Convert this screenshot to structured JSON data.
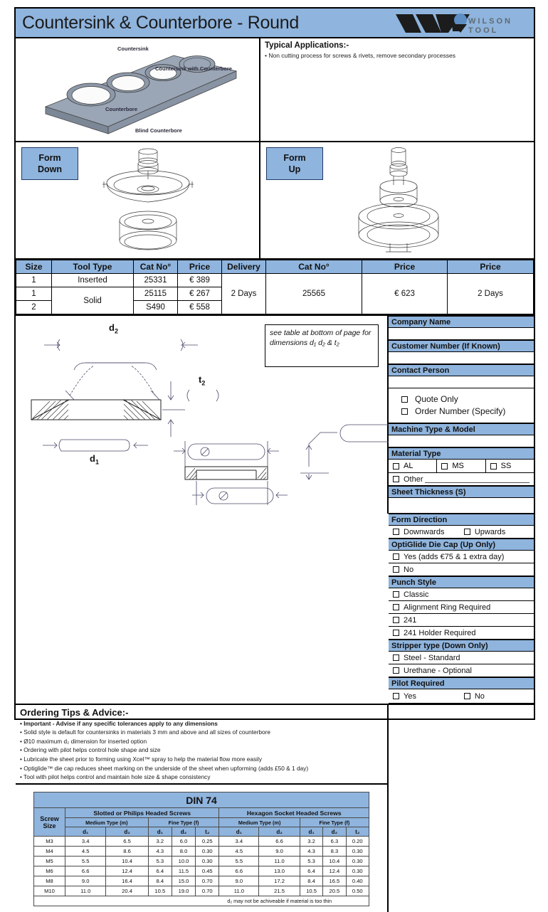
{
  "header": {
    "title": "Countersink & Counterbore - Round",
    "logo_word_1": "WILSON",
    "logo_word_2": "TOOL",
    "accent_color": "#8fb4dd"
  },
  "illustration": {
    "labels": [
      "Countersink",
      "Countersink with Counterbore",
      "Counterbore",
      "Blind Counterbore"
    ]
  },
  "applications": {
    "title": "Typical Applications:-",
    "bullets": [
      "• Non cutting process for screws & rivets, remove secondary processes"
    ]
  },
  "forms": {
    "down_line1": "Form",
    "down_line2": "Down",
    "up_line1": "Form",
    "up_line2": "Up"
  },
  "price_table": {
    "headers": [
      "Size",
      "Tool Type",
      "Cat No°",
      "Price",
      "Delivery",
      "Cat No°",
      "Price",
      "Price"
    ],
    "rows": [
      {
        "size": "1",
        "tool_type": "Inserted",
        "cat_no": "25331",
        "price": "€ 389"
      },
      {
        "size": "1",
        "tool_type": "Solid",
        "cat_no": "25115",
        "price": "€ 267"
      },
      {
        "size": "2",
        "tool_type": "",
        "cat_no": "S490",
        "price": "€ 558"
      }
    ],
    "delivery": "2 Days",
    "right_cat_no": "25565",
    "right_price": "€ 623",
    "right_delivery": "2 Days"
  },
  "diagram": {
    "note": "see table at bottom of page for dimensions d₁ d₂ & t₂",
    "label_d2": "d",
    "label_d2_sub": "2",
    "label_t2": "t",
    "label_t2_sub": "2",
    "label_d1": "d",
    "label_d1_sub": "1"
  },
  "sidebar": {
    "company_name": "Company Name",
    "company_name_value": "",
    "customer_number": "Customer Number (If Known)",
    "customer_number_value": "",
    "contact_person": "Contact Person",
    "contact_person_value": "",
    "quote_only": "Quote Only",
    "order_number": "Order Number (Specify)",
    "machine_type": "Machine Type & Model",
    "machine_type_value": "",
    "material_type": "Material Type",
    "material_al": "AL",
    "material_ms": "MS",
    "material_ss": "SS",
    "material_other": "Other",
    "sheet_thickness": "Sheet Thickness (S)",
    "sheet_thickness_value": "",
    "form_direction": "Form Direction",
    "form_downwards": "Downwards",
    "form_upwards": "Upwards",
    "optiglide": "OptiGlide Die Cap (Up Only)",
    "optiglide_yes": "Yes (adds €75 & 1 extra day)",
    "optiglide_no": "No",
    "punch_style": "Punch Style",
    "punch_classic": "Classic",
    "punch_alignment": "Alignment Ring Required",
    "punch_241": "241",
    "punch_241_holder": "241 Holder Required",
    "stripper_type": "Stripper type (Down Only)",
    "stripper_steel": "Steel - Standard",
    "stripper_urethane": "Urethane - Optional",
    "pilot_required": "Pilot Required",
    "pilot_yes": "Yes",
    "pilot_no": "No"
  },
  "tips": {
    "title": "Ordering Tips & Advice:-",
    "items": [
      "• Important - Advise if any specific tolerances apply to any dimensions",
      "• Solid style is default for countersinks in materials 3 mm and above and all sizes of counterbore",
      "• Ø10 maximum d₂ dimension for inserted option",
      "• Ordering with pilot helps control hole shape and size",
      "• Lubricate the sheet prior to forming using Xcel™ spray to help the material flow more easily",
      "• Optiglide™ die cap reduces sheet marking on the underside of the sheet when upforming  (adds £50 & 1 day)",
      "• Tool with pilot helps control and maintain hole size & shape consistency"
    ]
  },
  "chart_data": {
    "type": "table",
    "title": "DIN 74",
    "group_headers": [
      "Screw Size",
      "Slotted or Philips Headed Screws",
      "Hexagon Socket Headed Screws"
    ],
    "sub_headers": [
      "Medium Type (m)",
      "Fine Type (f)",
      "Medium Type (m)",
      "Fine Type (f)"
    ],
    "dim_headers": [
      "d₁",
      "d₂",
      "d₁",
      "d₂",
      "t₂",
      "d₁",
      "d₂",
      "d₁",
      "d₂",
      "t₂"
    ],
    "categories": [
      "M3",
      "M4",
      "M5",
      "M6",
      "M8",
      "M10"
    ],
    "rows": [
      {
        "screw_size": "M3",
        "values": [
          "3.4",
          "6.5",
          "3.2",
          "6.0",
          "0.25",
          "3.4",
          "6.6",
          "3.2",
          "6.3",
          "0.20"
        ]
      },
      {
        "screw_size": "M4",
        "values": [
          "4.5",
          "8.6",
          "4.3",
          "8.0",
          "0.30",
          "4.5",
          "9.0",
          "4.3",
          "8.3",
          "0.30"
        ]
      },
      {
        "screw_size": "M5",
        "values": [
          "5.5",
          "10.4",
          "5.3",
          "10.0",
          "0.30",
          "5.5",
          "11.0",
          "5.3",
          "10.4",
          "0.30"
        ]
      },
      {
        "screw_size": "M6",
        "values": [
          "6.6",
          "12.4",
          "6.4",
          "11.5",
          "0.45",
          "6.6",
          "13.0",
          "6.4",
          "12.4",
          "0.30"
        ]
      },
      {
        "screw_size": "M8",
        "values": [
          "9.0",
          "16.4",
          "8.4",
          "15.0",
          "0.70",
          "9.0",
          "17.2",
          "8.4",
          "16.5",
          "0.40"
        ]
      },
      {
        "screw_size": "M10",
        "values": [
          "11.0",
          "20.4",
          "10.5",
          "19.0",
          "0.70",
          "11.0",
          "21.5",
          "10.5",
          "20.5",
          "0.50"
        ]
      }
    ],
    "footnote": "d₂ may not be achiveable if material is too thin",
    "header_color": "#8fb4dd"
  }
}
